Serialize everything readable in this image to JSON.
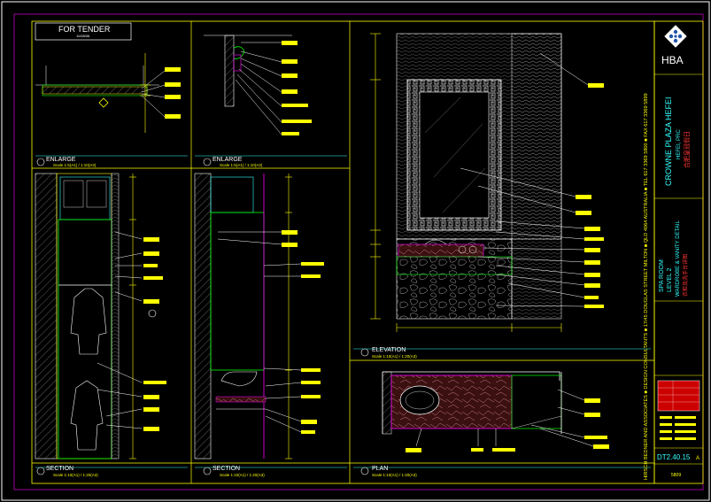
{
  "sheet": {
    "stamp": "FOR TENDER",
    "stamp_date": "11/08/06",
    "vertical_footer": "HIRSCH BEDNER AND ASSOCIATES  ■ DESIGN CONSULTANTS  ■ 17/45 DOUGLAS STREET MILTON  ■ QLD 4064 AUSTRALIA  ■ TEL 617 3369 5800  ■ FAX 617 3369 5899"
  },
  "views": {
    "v1": {
      "title": "ENLARGE",
      "scale": "Scale 1:5(A1) / 1:10(A3)"
    },
    "v2": {
      "title": "ENLARGE",
      "scale": "Scale 1:5(A1) / 1:10(A3)"
    },
    "v3": {
      "title": "SECTION",
      "scale": "Scale 1:10(A1) / 1:20(A3)"
    },
    "v4": {
      "title": "SECTION",
      "scale": "Scale 1:10(A1) / 1:20(A3)"
    },
    "v5": {
      "title": "ELEVATION",
      "scale": "Scale 1:10(A1) / 1:20(A3)"
    },
    "v6": {
      "title": "PLAN",
      "scale": "Scale 1:10(A1) / 1:20(A3)"
    }
  },
  "title_block": {
    "logo": "HBA",
    "project": "CROWNE PLAZA HEFEI",
    "project_sub": "HEFEI, PRC",
    "project_cn": "合肥皇冠假日",
    "room": "SPA ROOM",
    "level": "LEVEL 2",
    "drawing_title": "WARDROBE & VANITY DETAIL",
    "drawing_title_cn": "衣柜及洗手台详图",
    "drawing_no": "DT2.40.15",
    "job_no": "5809",
    "revision": "A"
  },
  "colors": {
    "frame": "#ffffff",
    "view_border": "#00ffff",
    "dim": "#ffff00",
    "leader": "#ffffff",
    "callout": "#ffff00",
    "wall": "#00ff00",
    "accent": "#ff00ff",
    "logo_blue": "#2255aa"
  }
}
